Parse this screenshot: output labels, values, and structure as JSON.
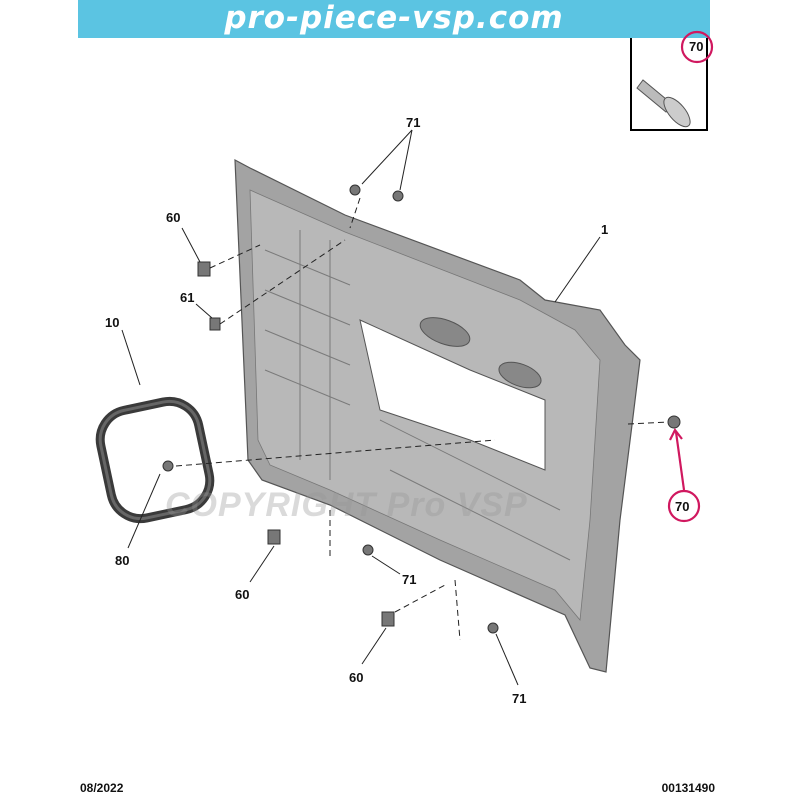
{
  "banner": {
    "title": "pro-piece-vsp.com"
  },
  "inset": {
    "label": "70"
  },
  "watermark": "COPYRIGHT Pro VSP",
  "callouts": [
    {
      "id": "71-top",
      "text": "71"
    },
    {
      "id": "60-top",
      "text": "60"
    },
    {
      "id": "1",
      "text": "1"
    },
    {
      "id": "61",
      "text": "61"
    },
    {
      "id": "10",
      "text": "10"
    },
    {
      "id": "70",
      "text": "70"
    },
    {
      "id": "80",
      "text": "80"
    },
    {
      "id": "71-mid",
      "text": "71"
    },
    {
      "id": "60-mid",
      "text": "60"
    },
    {
      "id": "60-bottom",
      "text": "60"
    },
    {
      "id": "71-bottom",
      "text": "71"
    }
  ],
  "footer": {
    "date": "08/2022",
    "reference": "00131490"
  },
  "colors": {
    "banner": "#5bc4e2",
    "highlight": "#d0185f",
    "part": "#9a9a9a"
  }
}
